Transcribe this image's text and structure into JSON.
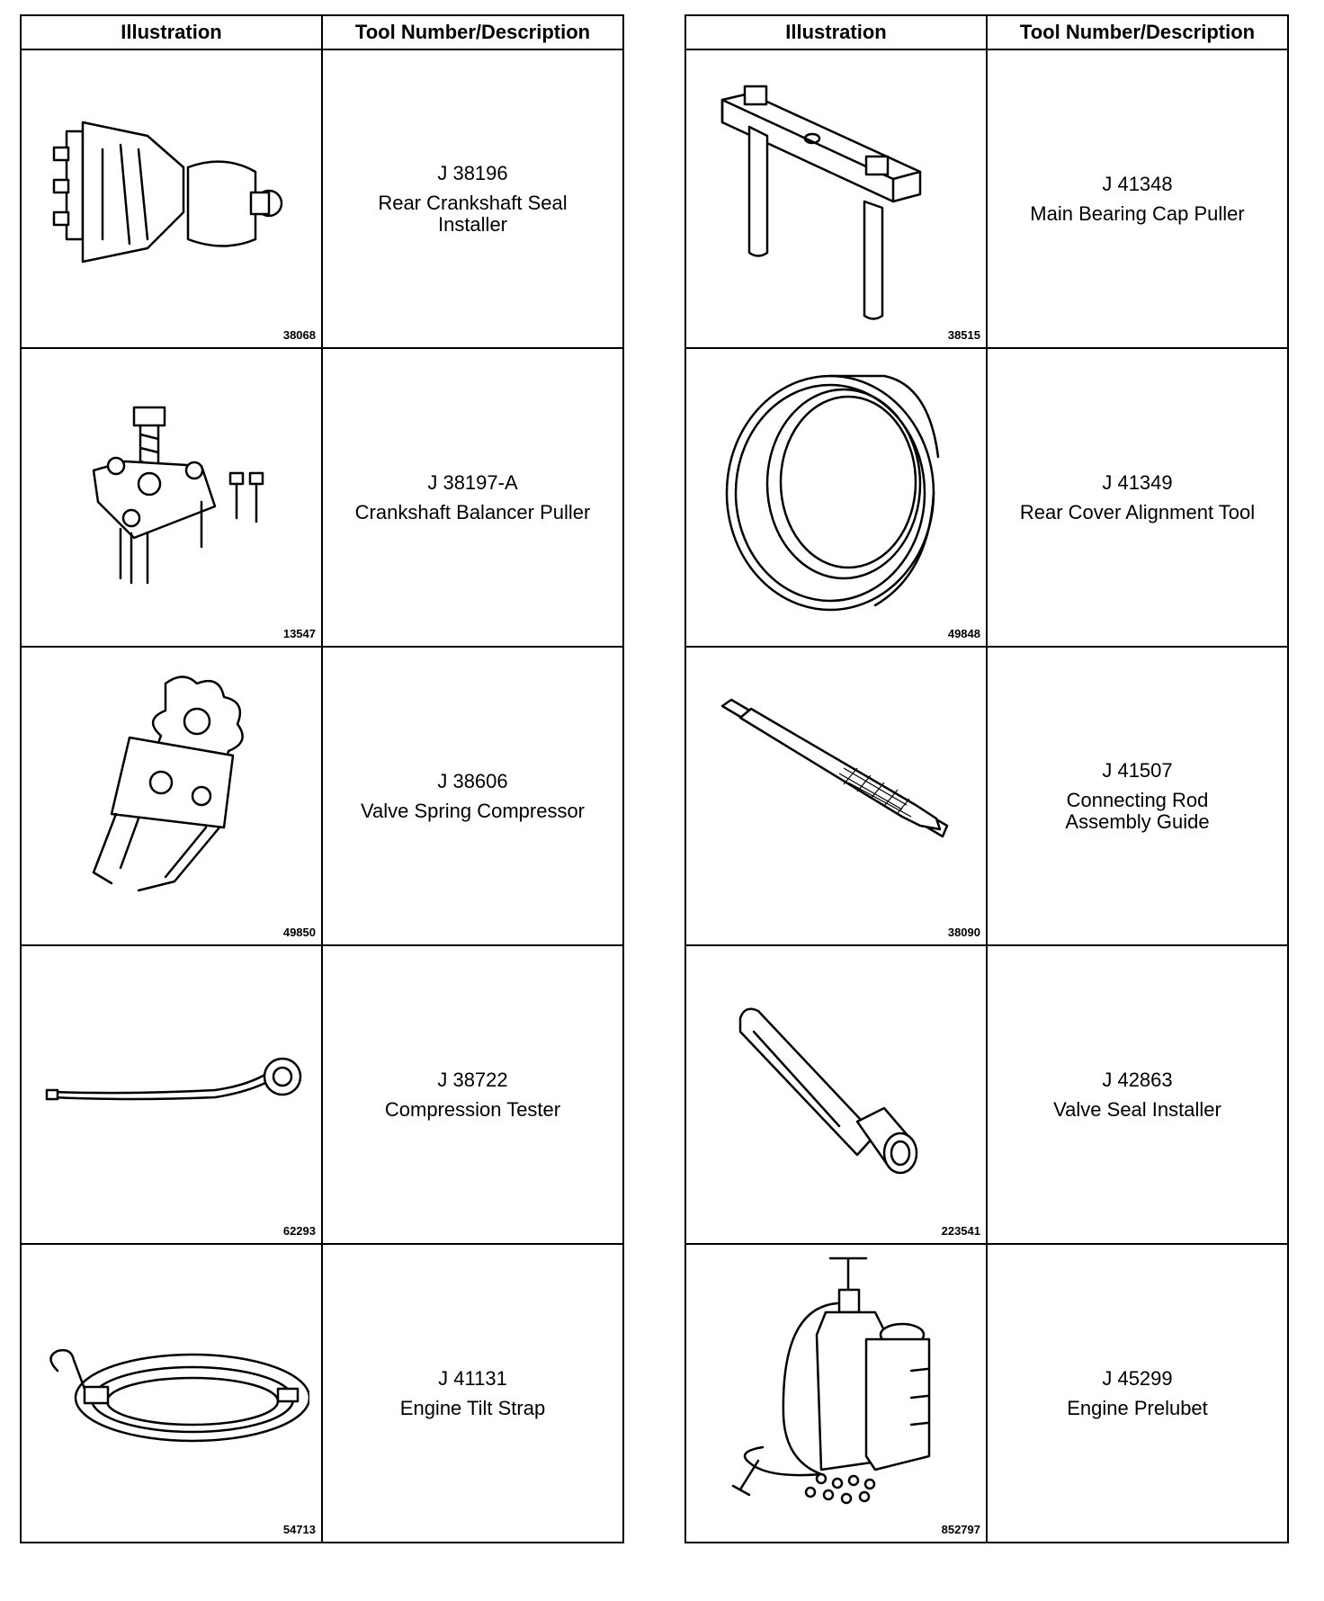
{
  "headers": {
    "illustration": "Illustration",
    "tool": "Tool Number/Description"
  },
  "left": [
    {
      "fig": "38068",
      "number": "J 38196",
      "desc": "Rear Crankshaft Seal\nInstaller"
    },
    {
      "fig": "13547",
      "number": "J 38197-A",
      "desc": "Crankshaft Balancer Puller"
    },
    {
      "fig": "49850",
      "number": "J 38606",
      "desc": "Valve Spring Compressor"
    },
    {
      "fig": "62293",
      "number": "J 38722",
      "desc": "Compression Tester"
    },
    {
      "fig": "54713",
      "number": "J 41131",
      "desc": "Engine Tilt Strap"
    }
  ],
  "right": [
    {
      "fig": "38515",
      "number": "J 41348",
      "desc": "Main Bearing Cap Puller"
    },
    {
      "fig": "49848",
      "number": "J 41349",
      "desc": "Rear Cover Alignment Tool"
    },
    {
      "fig": "38090",
      "number": "J 41507",
      "desc": "Connecting Rod\nAssembly Guide"
    },
    {
      "fig": "223541",
      "number": "J 42863",
      "desc": "Valve Seal Installer"
    },
    {
      "fig": "852797",
      "number": "J 45299",
      "desc": "Engine Prelubet"
    }
  ]
}
